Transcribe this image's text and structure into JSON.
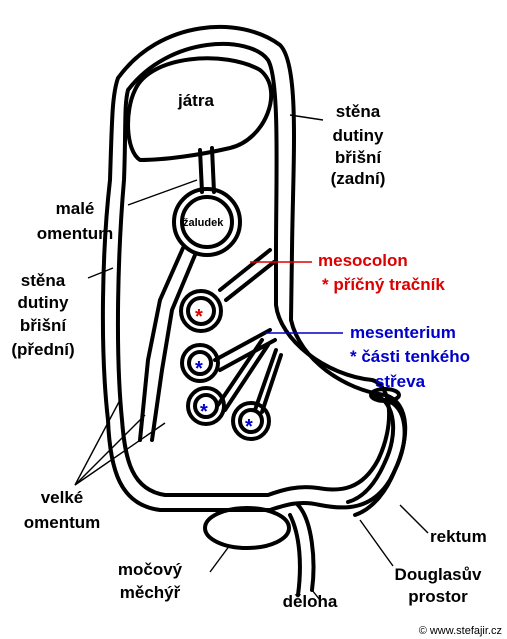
{
  "labels": {
    "jatra": "játra",
    "zaludek": "žaludek",
    "stena_zadni": [
      "stěna",
      "dutiny",
      "břišní",
      "(zadní)"
    ],
    "male_omentum": [
      "malé",
      "omentum"
    ],
    "stena_predni": [
      "stěna",
      "dutiny",
      "břišní",
      "(přední)"
    ],
    "mesocolon": [
      "mesocolon",
      "* příčný tračník"
    ],
    "mesenterium": [
      "mesenterium",
      "* části tenkého",
      "střeva"
    ],
    "velke_omentum": [
      "velké",
      "omentum"
    ],
    "rektum": "rektum",
    "mocovy_mechyr": [
      "močový",
      "měchýř"
    ],
    "deloha": "děloha",
    "douglasuv_prostor": [
      "Douglasův",
      "prostor"
    ],
    "copyright": "© www.stefajir.cz"
  },
  "markers": {
    "star": "*"
  },
  "colors": {
    "mesocolon": "#dd0000",
    "mesenterium": "#0000cc",
    "outline": "#000000"
  }
}
